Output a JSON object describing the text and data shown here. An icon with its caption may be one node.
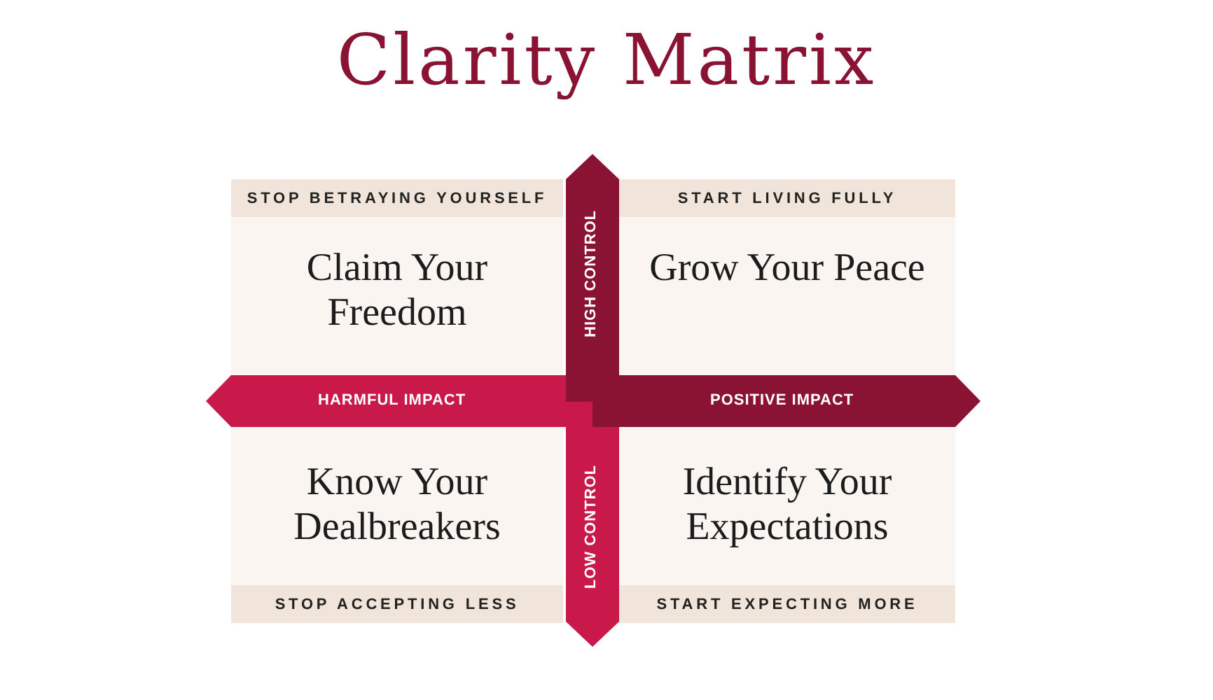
{
  "diagram": {
    "title": "Clarity Matrix",
    "nodes": [
      {
        "text": [
          "STOP BETRAYING YOURSELF",
          "Claim Your Freedom"
        ]
      },
      {
        "text": [
          "HIGH CONTROL"
        ]
      },
      {
        "text": [
          "START LIVING FULLY",
          "Grow Your Peace"
        ]
      },
      {
        "text": [
          "HARMFUL IMPACT"
        ]
      },
      {
        "text": [
          "POSITIVE IMPACT"
        ]
      },
      {
        "text": [
          "Know Your Dealbreakers",
          "STOP ACCEPTING LESS"
        ]
      },
      {
        "text": [
          "LOW CONTROL"
        ]
      },
      {
        "text": [
          "Identify Your Expectations",
          "START EXPECTING MORE"
        ]
      }
    ]
  }
}
